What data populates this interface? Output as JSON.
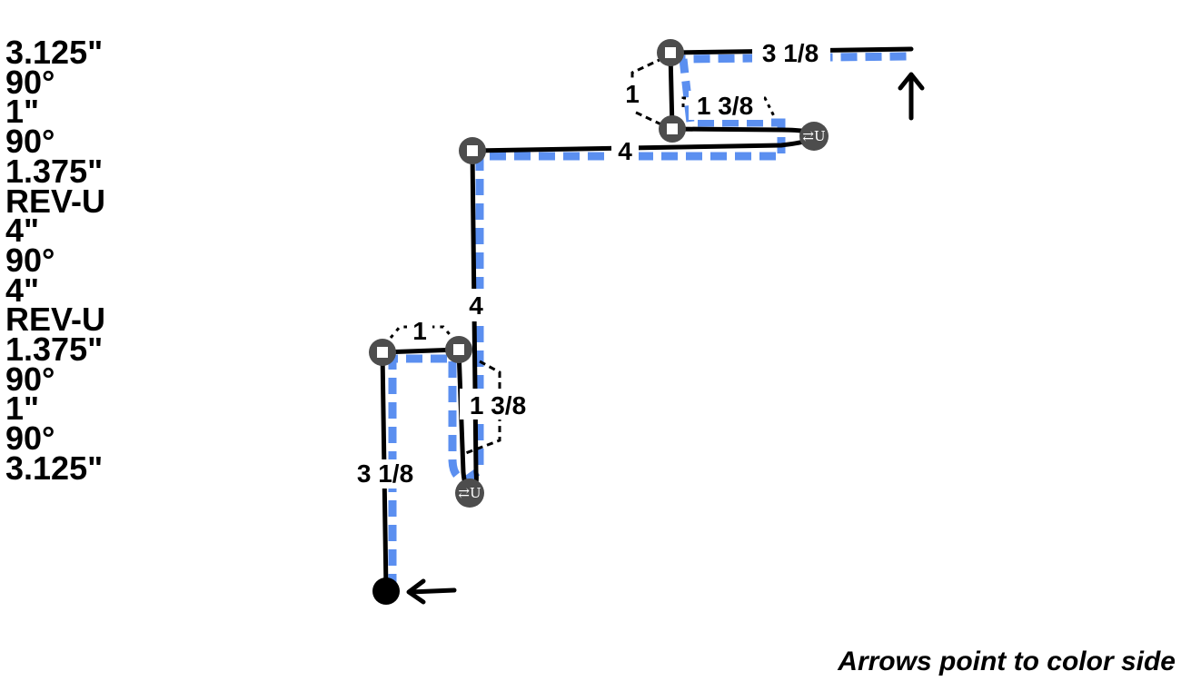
{
  "sequence": [
    "3.125\"",
    "90°",
    "1\"",
    "90°",
    "1.375\"",
    "REV-U",
    "4\"",
    "90°",
    "4\"",
    "REV-U",
    "1.375\"",
    "90°",
    "1\"",
    "90°",
    "3.125\""
  ],
  "dimensions": {
    "top_3_1_8": "3 1/8",
    "top_1": "1",
    "top_1_3_8": "1 3/8",
    "top_4": "4",
    "vertical_4": "4",
    "bottom_1": "1",
    "bottom_1_3_8": "1 3/8",
    "bottom_3_1_8": "3 1/8"
  },
  "rev_u_label": "⇄U",
  "footnote": "Arrows point to color side",
  "colors": {
    "line": "#000000",
    "color_side": "#5b8ff0",
    "node": "#4d4d4d",
    "node_square": "#ffffff"
  }
}
